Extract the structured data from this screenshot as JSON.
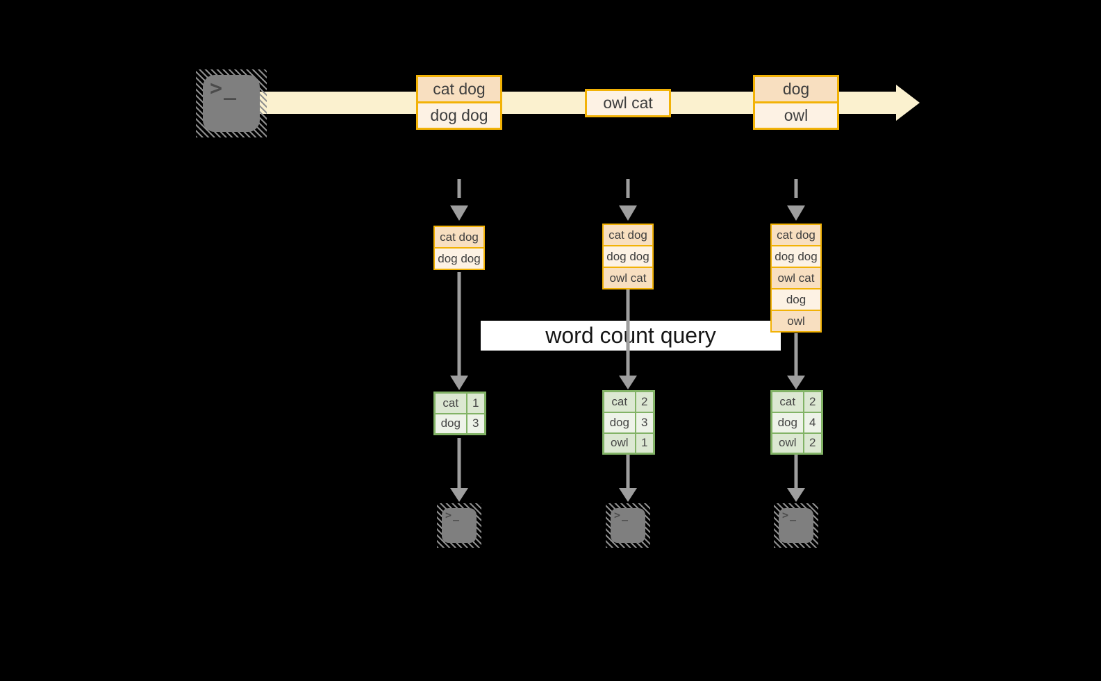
{
  "query_label": "word count query",
  "terminal_glyph": ">_",
  "stream": {
    "events": [
      {
        "rows": [
          "cat dog",
          "dog dog"
        ]
      },
      {
        "rows": [
          "owl cat"
        ]
      },
      {
        "rows": [
          "dog",
          "owl"
        ]
      }
    ]
  },
  "states": [
    {
      "rows": [
        "cat dog",
        "dog dog"
      ]
    },
    {
      "rows": [
        "cat dog",
        "dog dog",
        "owl cat"
      ]
    },
    {
      "rows": [
        "cat dog",
        "dog dog",
        "owl cat",
        "dog",
        "owl"
      ]
    }
  ],
  "results": [
    {
      "rows": [
        {
          "word": "cat",
          "count": "1"
        },
        {
          "word": "dog",
          "count": "3"
        }
      ]
    },
    {
      "rows": [
        {
          "word": "cat",
          "count": "2"
        },
        {
          "word": "dog",
          "count": "3"
        },
        {
          "word": "owl",
          "count": "1"
        }
      ]
    },
    {
      "rows": [
        {
          "word": "cat",
          "count": "2"
        },
        {
          "word": "dog",
          "count": "4"
        },
        {
          "word": "owl",
          "count": "2"
        }
      ]
    }
  ],
  "colors": {
    "background": "#000000",
    "stream_band": "#fbf1cf",
    "amber_border": "#f2b206",
    "cell_peach": "#f8dfc0",
    "cell_cream": "#fdf2e4",
    "green_border": "#82b366",
    "green_cell_dark": "#dce8d2",
    "green_cell_light": "#eef3e9",
    "arrow_gray": "#9e9e9e",
    "terminal_gray": "#7f7f7f",
    "label_bg": "#ffffff"
  }
}
